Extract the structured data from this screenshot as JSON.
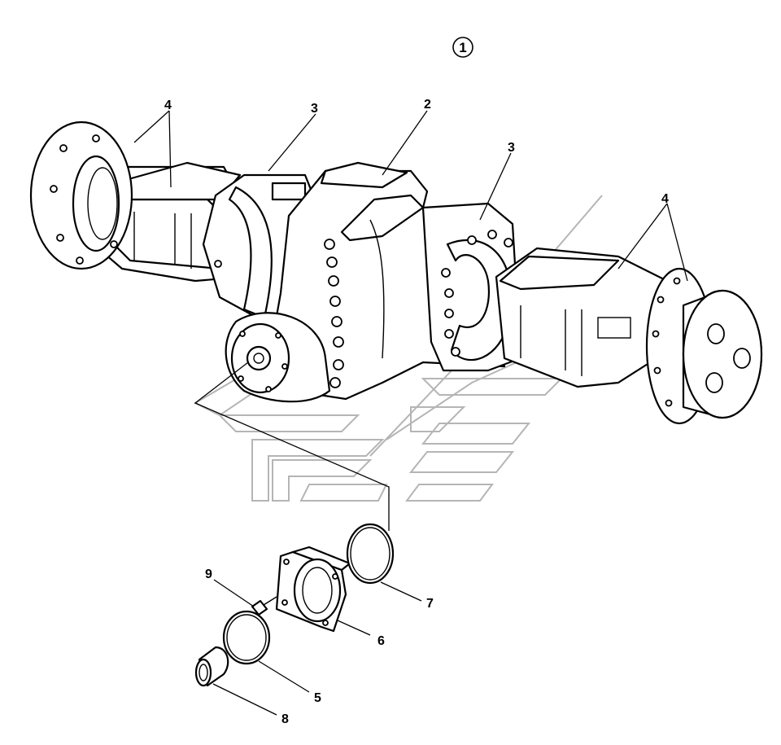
{
  "diagram": {
    "figure_number": "1",
    "callouts": [
      {
        "id": "c4a",
        "label": "4"
      },
      {
        "id": "c3a",
        "label": "3"
      },
      {
        "id": "c2",
        "label": "2"
      },
      {
        "id": "c3b",
        "label": "3"
      },
      {
        "id": "c4b",
        "label": "4"
      },
      {
        "id": "c9",
        "label": "9"
      },
      {
        "id": "c7",
        "label": "7"
      },
      {
        "id": "c6",
        "label": "6"
      },
      {
        "id": "c5",
        "label": "5"
      },
      {
        "id": "c8",
        "label": "8"
      }
    ]
  }
}
